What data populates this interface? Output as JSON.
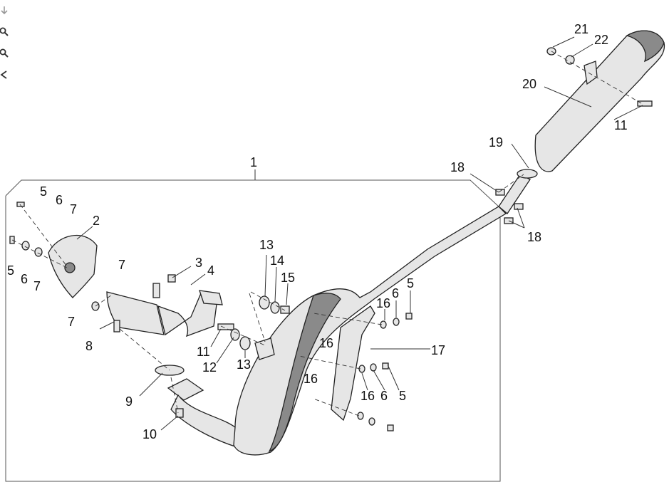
{
  "toolbar": {
    "icons": [
      "pan-icon",
      "zoom-in-icon",
      "zoom-out-icon",
      "reset-view-icon"
    ]
  },
  "callouts": {
    "c1": "1",
    "c2": "2",
    "c3": "3",
    "c4": "4",
    "c5a": "5",
    "c5b": "5",
    "c5c": "5",
    "c5d": "5",
    "c6a": "6",
    "c6b": "6",
    "c6c": "6",
    "c6d": "6",
    "c7a": "7",
    "c7b": "7",
    "c7c": "7",
    "c7d": "7",
    "c8": "8",
    "c9": "9",
    "c10": "10",
    "c11a": "11",
    "c11b": "11",
    "c12": "12",
    "c13a": "13",
    "c13b": "13",
    "c14": "14",
    "c15": "15",
    "c16a": "16",
    "c16b": "16",
    "c16c": "16",
    "c16d": "16",
    "c17": "17",
    "c18a": "18",
    "c18b": "18",
    "c19": "19",
    "c20": "20",
    "c21": "21",
    "c22": "22"
  },
  "colors": {
    "line": "#222222",
    "part_fill": "#e6e6e6",
    "shade": "#8a8a8a",
    "icon": "#333333"
  }
}
